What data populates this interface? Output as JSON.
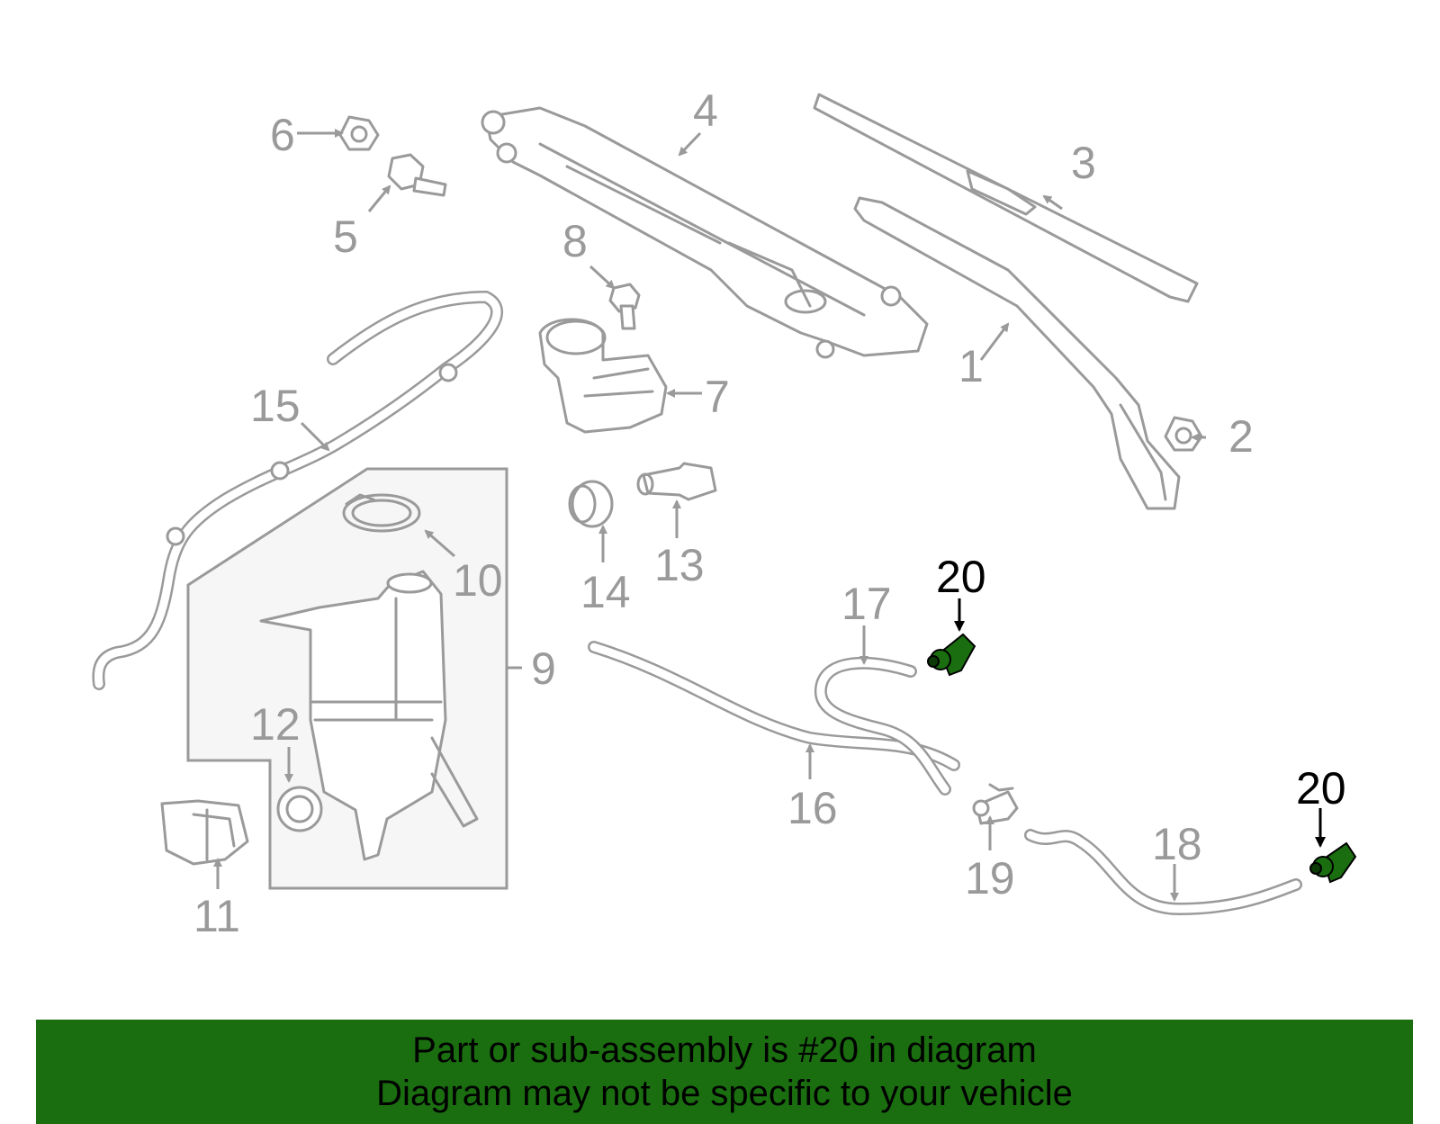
{
  "diagram": {
    "labels": {
      "p1": "1",
      "p2": "2",
      "p3": "3",
      "p4": "4",
      "p5": "5",
      "p6": "6",
      "p7": "7",
      "p8": "8",
      "p9": "9",
      "p10": "10",
      "p11": "11",
      "p12": "12",
      "p13": "13",
      "p14": "14",
      "p15": "15",
      "p16": "16",
      "p17": "17",
      "p18": "18",
      "p19": "19",
      "p20a": "20",
      "p20b": "20"
    },
    "highlight_color": "#1a6e10",
    "part_color": "#9a9a9a"
  },
  "banner": {
    "line1": "Part or sub-assembly is #20 in diagram",
    "line2": "Diagram may not be specific to your vehicle",
    "background": "#1a6e10"
  }
}
